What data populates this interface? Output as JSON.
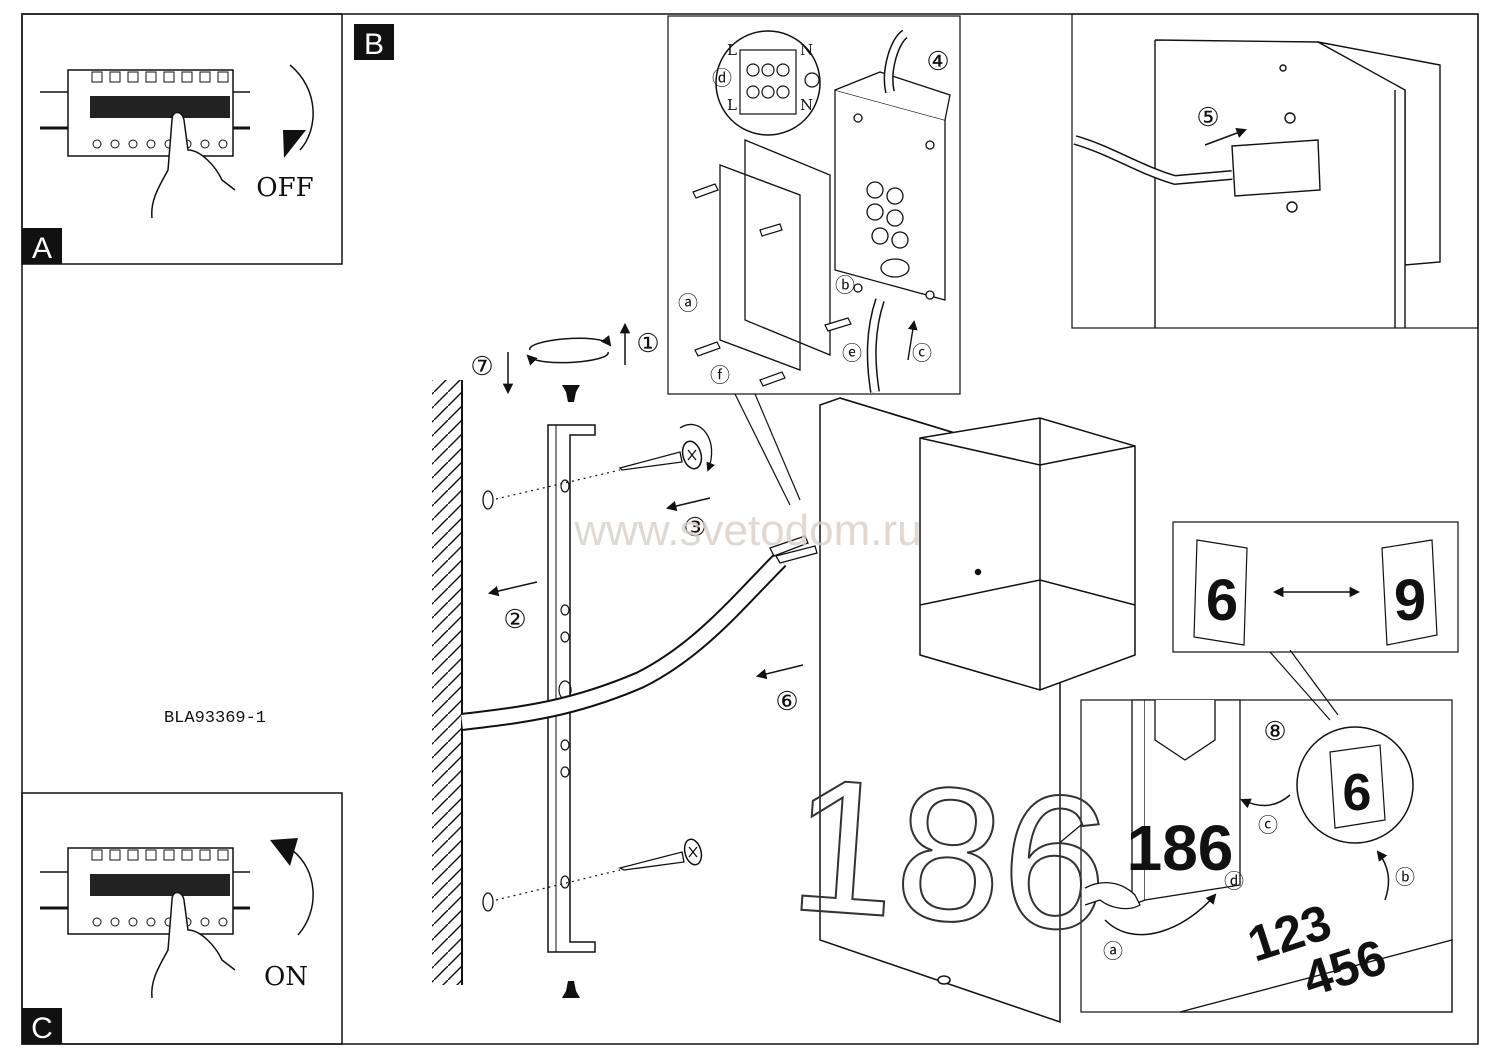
{
  "panels": {
    "a": {
      "letter": "A",
      "caption": "OFF"
    },
    "b": {
      "letter": "B"
    },
    "c": {
      "letter": "C",
      "caption": "ON"
    }
  },
  "model_code": "BLA93369-1",
  "watermark": "www.svetodom.ru",
  "steps": [
    "①",
    "②",
    "③",
    "④",
    "⑤",
    "⑥",
    "⑦",
    "⑧"
  ],
  "sub_steps": [
    "ⓐ",
    "ⓑ",
    "ⓒ",
    "ⓓ",
    "ⓔ",
    "ⓕ"
  ],
  "terminal_labels": {
    "live": "L",
    "neutral": "N"
  },
  "house_number": "186",
  "number_swap": {
    "from": "6",
    "to": "9"
  },
  "sticker_sheet": {
    "row1": "123",
    "row2": "456"
  }
}
